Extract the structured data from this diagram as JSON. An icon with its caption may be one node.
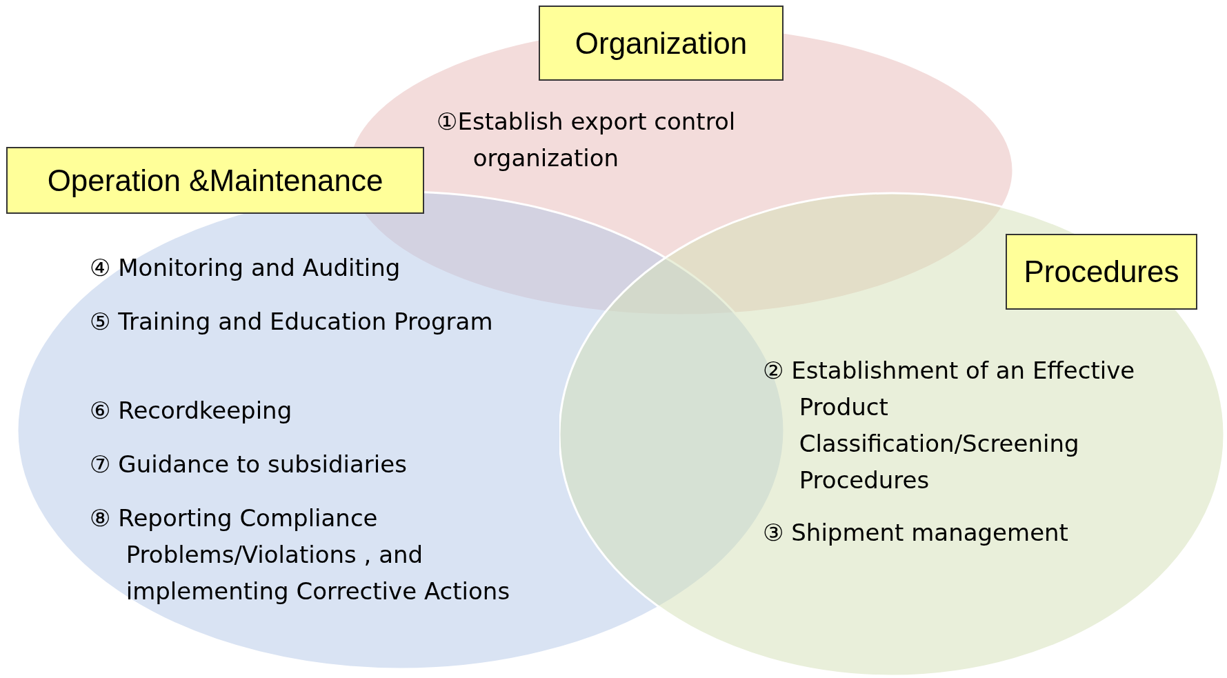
{
  "diagram": {
    "nodes": [
      {
        "text": [
          "Organization",
          "①Establish export control organization"
        ]
      },
      {
        "text": [
          "Operation &Maintenance",
          "④ Monitoring and Auditing",
          "⑤ Training and Education Program",
          "⑥ Recordkeeping",
          "⑦ Guidance to subsidiaries",
          "⑧ Reporting Compliance Problems/Violations , and implementing Corrective Actions"
        ]
      },
      {
        "text": [
          "Procedures",
          "② Establishment of an Effective Product Classification/Screening Procedures",
          "③ Shipment management"
        ]
      }
    ]
  }
}
